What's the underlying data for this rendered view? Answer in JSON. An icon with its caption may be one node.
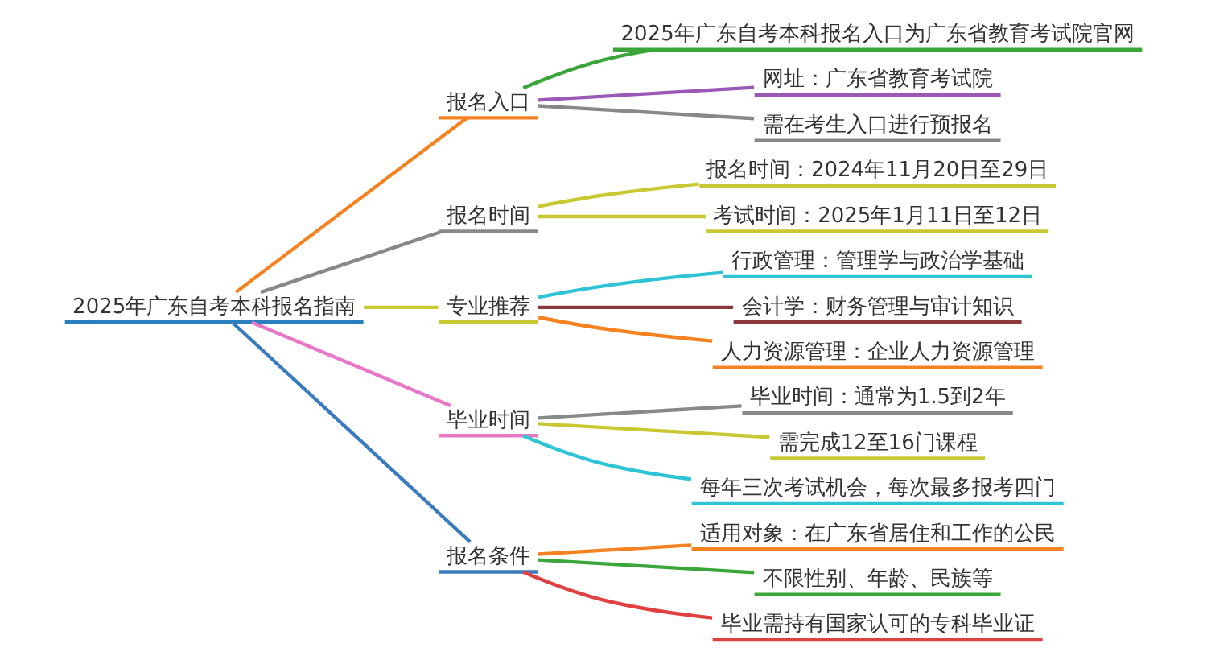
{
  "diagram": {
    "nodes": [
      {
        "text": [
          "2025年广东自考本科报名指南"
        ]
      },
      {
        "text": [
          "报名入口"
        ]
      },
      {
        "text": [
          "2025年广东自考本科报名入口为广东省教育考试院官网"
        ]
      },
      {
        "text": [
          "网址：广东省教育考试院"
        ]
      },
      {
        "text": [
          "需在考生入口进行预报名"
        ]
      },
      {
        "text": [
          "报名时间"
        ]
      },
      {
        "text": [
          "报名时间：2024年11月20日至29日"
        ]
      },
      {
        "text": [
          "考试时间：2025年1月11日至12日"
        ]
      },
      {
        "text": [
          "专业推荐"
        ]
      },
      {
        "text": [
          "行政管理：管理学与政治学基础"
        ]
      },
      {
        "text": [
          "会计学：财务管理与审计知识"
        ]
      },
      {
        "text": [
          "人力资源管理：企业人力资源管理"
        ]
      },
      {
        "text": [
          "毕业时间"
        ]
      },
      {
        "text": [
          "毕业时间：通常为1.5到2年"
        ]
      },
      {
        "text": [
          "需完成12至16门课程"
        ]
      },
      {
        "text": [
          "每年三次考试机会，每次最多报考四门"
        ]
      },
      {
        "text": [
          "报名条件"
        ]
      },
      {
        "text": [
          "适用对象：在广东省居住和工作的公民"
        ]
      },
      {
        "text": [
          "不限性别、年龄、民族等"
        ]
      },
      {
        "text": [
          "毕业需持有国家认可的专科毕业证"
        ]
      }
    ],
    "edges": [
      {
        "from": 0,
        "to": 1,
        "arrow": "none",
        "color": "#f58220"
      },
      {
        "from": 1,
        "to": 2,
        "arrow": "none",
        "color": "#3aa63a"
      },
      {
        "from": 1,
        "to": 3,
        "arrow": "none",
        "color": "#9b59b6"
      },
      {
        "from": 1,
        "to": 4,
        "arrow": "none",
        "color": "#888888"
      },
      {
        "from": 0,
        "to": 5,
        "arrow": "none",
        "color": "#888888"
      },
      {
        "from": 5,
        "to": 6,
        "arrow": "none",
        "color": "#c8c832"
      },
      {
        "from": 5,
        "to": 7,
        "arrow": "none",
        "color": "#c8c832"
      },
      {
        "from": 0,
        "to": 8,
        "arrow": "none",
        "color": "#c8c832"
      },
      {
        "from": 8,
        "to": 9,
        "arrow": "none",
        "color": "#2ec4d6"
      },
      {
        "from": 8,
        "to": 10,
        "arrow": "none",
        "color": "#8b3a3a"
      },
      {
        "from": 8,
        "to": 11,
        "arrow": "none",
        "color": "#f58220"
      },
      {
        "from": 0,
        "to": 12,
        "arrow": "none",
        "color": "#e877c8"
      },
      {
        "from": 12,
        "to": 13,
        "arrow": "none",
        "color": "#888888"
      },
      {
        "from": 12,
        "to": 14,
        "arrow": "none",
        "color": "#c8c832"
      },
      {
        "from": 12,
        "to": 15,
        "arrow": "none",
        "color": "#2ec4d6"
      },
      {
        "from": 0,
        "to": 16,
        "arrow": "none",
        "color": "#3a7bbf"
      },
      {
        "from": 16,
        "to": 17,
        "arrow": "none",
        "color": "#f58220"
      },
      {
        "from": 16,
        "to": 18,
        "arrow": "none",
        "color": "#3aa63a"
      },
      {
        "from": 16,
        "to": 19,
        "arrow": "none",
        "color": "#e04040"
      }
    ]
  }
}
